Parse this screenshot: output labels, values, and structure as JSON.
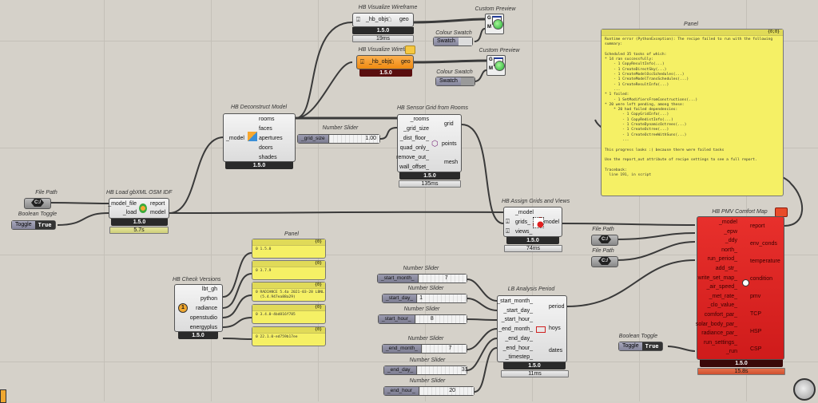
{
  "app": "Grasshopper canvas",
  "components": {
    "viz_wire_1": {
      "title": "HB Visualize Wireframe",
      "input": "_hb_objs",
      "output": "geo",
      "version": "1.5.0",
      "time": "19ms"
    },
    "viz_wire_2": {
      "title": "HB Visualize Wirefra",
      "input": "_hb_objs",
      "output": "geo",
      "version": "1.5.0"
    },
    "custom_preview_1": {
      "title": "Custom Preview",
      "in_g": "G",
      "in_m": "M"
    },
    "custom_preview_2": {
      "title": "Custom Preview",
      "in_g": "G",
      "in_m": "M"
    },
    "colour_swatch_1": {
      "title": "Colour Swatch",
      "label": "Swatch",
      "color": "#dcdcdc"
    },
    "colour_swatch_2": {
      "title": "Colour Swatch",
      "label": "Swatch",
      "color": "#9a9a9a"
    },
    "deconstruct": {
      "title": "HB Deconstruct Model",
      "inputs": [
        "_model"
      ],
      "outputs": [
        "rooms",
        "faces",
        "apertures",
        "doors",
        "shades"
      ],
      "version": "1.5.0"
    },
    "grid_slider": {
      "title": "Number Slider",
      "label": "_grid_size",
      "value": "1.00"
    },
    "sensor_grid": {
      "title": "HB Sensor Grid from Rooms",
      "inputs": [
        "_rooms",
        "_grid_size",
        "_dist_floor_",
        "quad_only_",
        "remove_out_",
        "wall_offset_"
      ],
      "outputs": [
        "grid",
        "points",
        "mesh"
      ],
      "version": "1.5.0",
      "time": "135ms"
    },
    "file_path_1": {
      "title": "File Path",
      "icon": "C:/"
    },
    "bool_toggle_1": {
      "title": "Boolean Toggle",
      "label": "Toggle",
      "value": "True"
    },
    "load_model": {
      "title": "HB Load gbXML OSM IDF",
      "inputs": [
        "_model_file",
        "_load"
      ],
      "outputs": [
        "report",
        "model"
      ],
      "version": "1.5.0",
      "time": "5.7s"
    },
    "assign_grids": {
      "title": "HB Assign Grids and Views",
      "inputs": [
        "_model",
        "grids_",
        "views_"
      ],
      "outputs": [
        "model"
      ],
      "version": "1.5.0",
      "time": "74ms"
    },
    "file_path_2": {
      "title": "File Path",
      "icon": "C:/"
    },
    "file_path_3": {
      "title": "File Path",
      "icon": "C:/"
    },
    "pmv_map": {
      "title": "HB PMV Comfort Map",
      "inputs": [
        "_model",
        "_epw",
        "_ddy",
        "north_",
        "run_period_",
        "add_str_",
        "write_set_map_",
        "_air_speed_",
        "_met_rate_",
        "_clo_value_",
        "comfort_par_",
        "solar_body_par_",
        "radiance_par_",
        "run_settings_",
        "_run"
      ],
      "outputs": [
        "report",
        "env_conds",
        "temperature",
        "condition",
        "pmv",
        "TCP",
        "HSP",
        "CSP"
      ],
      "version": "1.5.0",
      "time": "15.8s",
      "color": "#e0201e"
    },
    "bool_toggle_2": {
      "title": "Boolean Toggle",
      "label": "Toggle",
      "value": "True"
    },
    "check_versions": {
      "title": "HB Check Versions",
      "outputs": [
        "lbt_gh",
        "python",
        "radiance",
        "openstudio",
        "energyplus"
      ],
      "version": "1.5.0",
      "badge": "1"
    },
    "analysis_period": {
      "title": "LB Analysis Period",
      "inputs": [
        "_start_month_",
        "_start_day_",
        "_start_hour_",
        "_end_month_",
        "_end_day_",
        "_end_hour_",
        "_timestep_"
      ],
      "outputs": [
        "period",
        "hoys",
        "dates"
      ],
      "version": "1.5.0",
      "time": "11ms"
    }
  },
  "sliders": [
    {
      "title": "Number Slider",
      "label": "_start_month_",
      "value": "7"
    },
    {
      "title": "Number Slider",
      "label": "_start_day_",
      "value": "1"
    },
    {
      "title": "Number Slider",
      "label": "_start_hour_",
      "value": "8"
    },
    {
      "title": "Number Slider",
      "label": "_end_month_",
      "value": "7"
    },
    {
      "title": "Number Slider",
      "label": "_end_day_",
      "value": "31"
    },
    {
      "title": "Number Slider",
      "label": "_end_hour_",
      "value": "20"
    }
  ],
  "version_panels": {
    "title": "Panel",
    "items": [
      {
        "index": "{0}",
        "text": "0 1.5.0"
      },
      {
        "index": "{0}",
        "text": "0 3.7.9"
      },
      {
        "index": "{0}",
        "text": "0 RADIANCE 5.4a 2021-03-28 LBNL\n  (5.4.947ea88a29)"
      },
      {
        "index": "{0}",
        "text": "0 3.4.0-4bd816f785"
      },
      {
        "index": "{0}",
        "text": "0 22.1.0-ed759b17ee"
      }
    ]
  },
  "error_panel": {
    "title": "Panel",
    "index": "{0;0}",
    "text": "Runtime error (PythonException): The recipe failed to run with the following\nsummary:\n\nScheduled 35 tasks of which:\n* 14 ran successfully:\n    - 1 CopyResultInfo(...)\n    - 1 CreateDirectSky(...)\n    - 1 CreateModelOccSchedules(...)\n    - 1 CreateModelTransSchedules(...)\n    - 1 CreateResultInfo(...)\n    ...\n* 1 failed:\n    - 1 SetModifiersFromConstructions(...)\n* 20 were left pending, among these:\n    * 20 had failed dependencies:\n        - 1 CopyGridInfo(...)\n        - 1 CopyRedistInfo(...)\n        - 1 CreateDynamicOctrees(...)\n        - 1 CreateOctree(...)\n        - 1 CreateOctreeWithSuns(...)\n        ...\n\nThis progress looks :( because there were failed tasks\n\nUse the report_out attribute of recipe settings to see a full report.\n\nTraceback:\n  line 191, in script"
  },
  "colors": {
    "canvas": "#d5d1c9",
    "panel": "#f5f065",
    "error_component": "#e0201e",
    "warning_component": "#f7941d"
  }
}
